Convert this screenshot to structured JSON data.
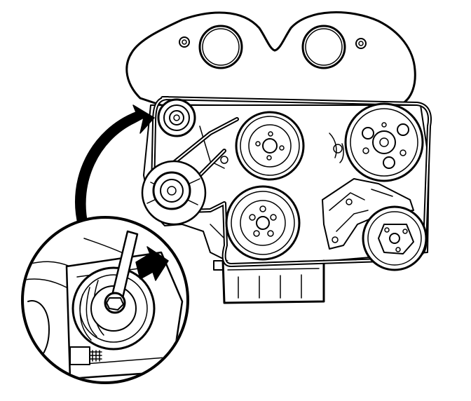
{
  "diagram": {
    "style": "black-and-white technical line drawing",
    "colors": {
      "line": "#000000",
      "fill": "#ffffff"
    },
    "parts": [
      "engine-cover",
      "serpentine-belt",
      "belt-idler-pulley",
      "belt-tensioner-pulley",
      "power-steering-pump-pulley",
      "alternator-pulley",
      "ac-compressor-pulley",
      "crankshaft-pulley",
      "oil-pan",
      "tensioner-mounting-bracket"
    ],
    "callouts": [
      {
        "name": "detail-magnifier",
        "shows": "tensioner-bolt-with-wrench"
      },
      {
        "name": "detail-pointer-arrow",
        "shape": "curved-arrow-icon"
      },
      {
        "name": "rotation-direction-arrow",
        "shape": "arrow-icon"
      }
    ]
  }
}
